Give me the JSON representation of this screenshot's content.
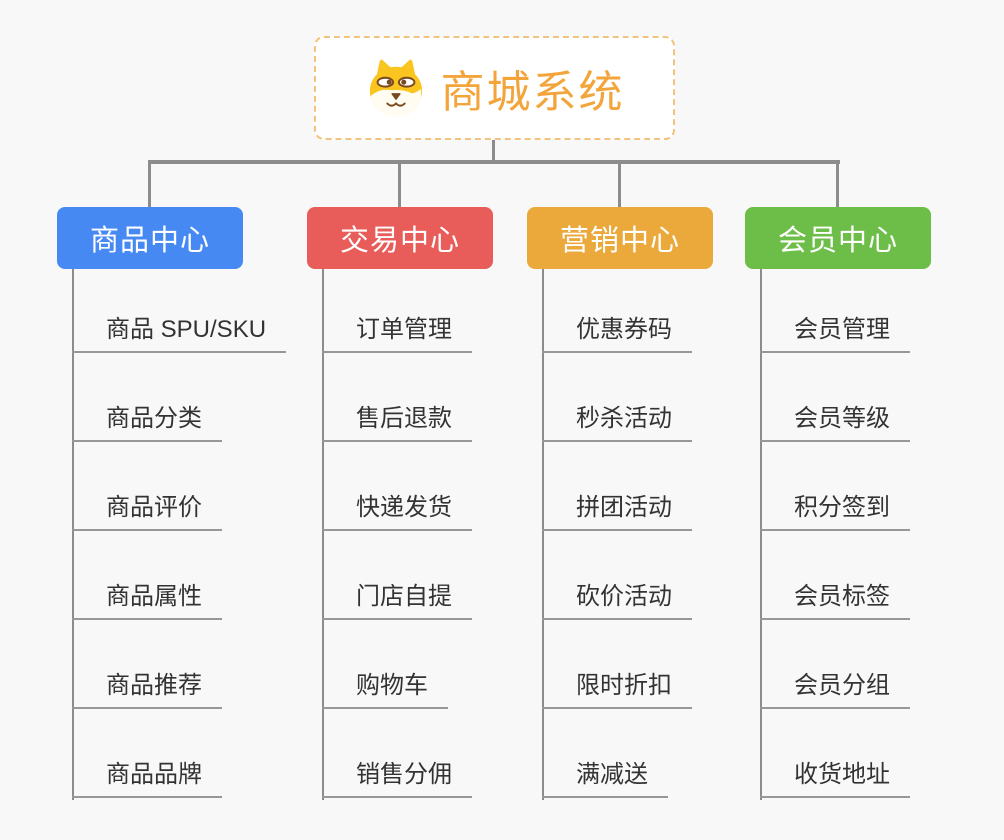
{
  "root": {
    "title": "商城系统",
    "icon": "shiba-dog-icon"
  },
  "branches": [
    {
      "label": "商品中心",
      "color": "#4689f3",
      "items": [
        "商品 SPU/SKU",
        "商品分类",
        "商品评价",
        "商品属性",
        "商品推荐",
        "商品品牌"
      ]
    },
    {
      "label": "交易中心",
      "color": "#e85c5a",
      "items": [
        "订单管理",
        "售后退款",
        "快递发货",
        "门店自提",
        "购物车",
        "销售分佣"
      ]
    },
    {
      "label": "营销中心",
      "color": "#eba93c",
      "items": [
        "优惠券码",
        "秒杀活动",
        "拼团活动",
        "砍价活动",
        "限时折扣",
        "满减送"
      ]
    },
    {
      "label": "会员中心",
      "color": "#6cbe48",
      "items": [
        "会员管理",
        "会员等级",
        "积分签到",
        "会员标签",
        "会员分组",
        "收货地址"
      ]
    }
  ],
  "colors": {
    "background": "#f8f8f8",
    "connector": "#8c8c8c",
    "underline": "#979797",
    "item_text": "#333333",
    "root_text": "#f3a53c",
    "root_border": "#f3c27e",
    "icon_gold": "#f9c51e",
    "icon_brown": "#7a4a1e"
  }
}
